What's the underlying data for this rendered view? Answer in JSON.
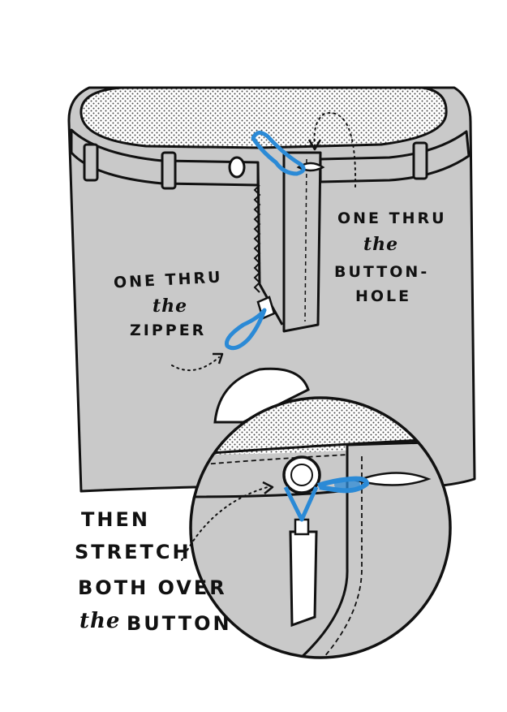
{
  "labels": {
    "zipper": {
      "line1": "ONE THRU",
      "line2": "the",
      "line3": "ZIPPER"
    },
    "buttonhole": {
      "line1": "ONE THRU",
      "line2": "the",
      "line3": "BUTTON-",
      "line4": "HOLE"
    },
    "stretch": {
      "line1": "THEN",
      "line2": "STRETCH",
      "line3": "BOTH OVER",
      "line4_a": "the",
      "line4_b": "BUTTON"
    }
  },
  "colors": {
    "fabric": "#c9c9c9",
    "outline": "#111111",
    "band": "#2b8ad6",
    "paper": "#ffffff",
    "dots": "#4a4a4a"
  }
}
